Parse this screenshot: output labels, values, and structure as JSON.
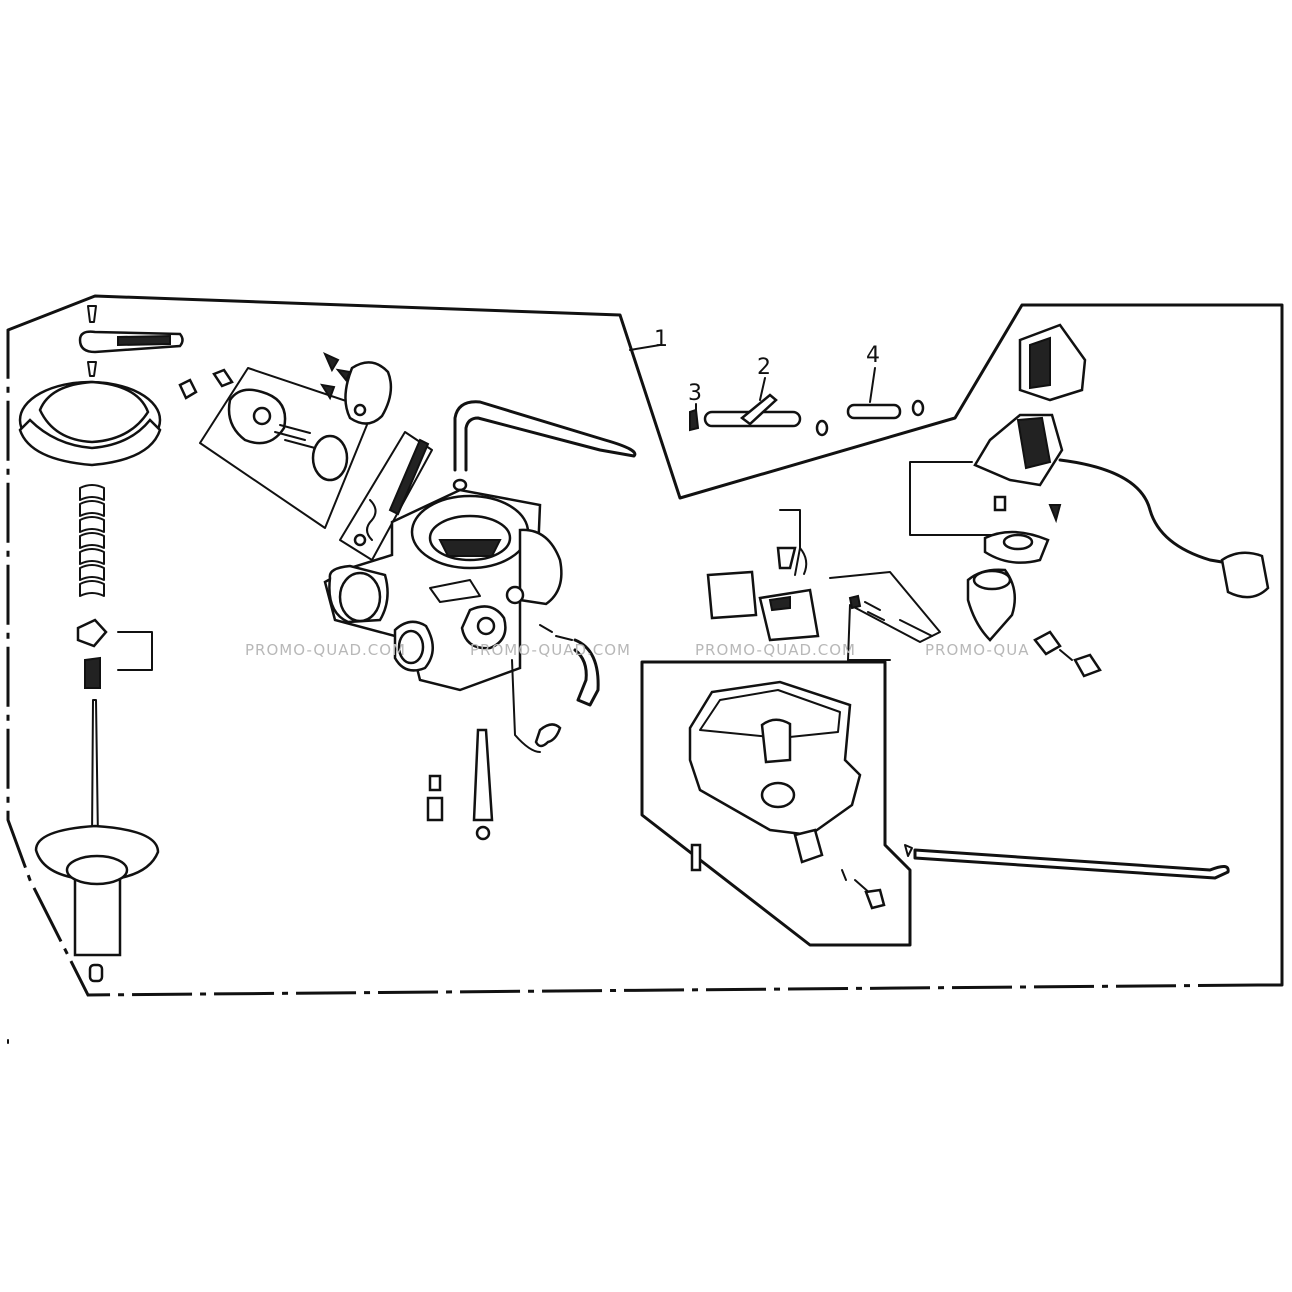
{
  "callouts": {
    "c1": "1",
    "c2": "2",
    "c3": "3",
    "c4": "4"
  },
  "watermarks": {
    "w1": "PROMO-QUAD.COM",
    "w2": "PROMO-QUAD.COM",
    "w3": "PROMO-QUAD.COM",
    "w4": "PROMO-QUA"
  },
  "colors": {
    "ink": "#111111",
    "watermark": "#b8b8b8",
    "background": "#ffffff"
  }
}
